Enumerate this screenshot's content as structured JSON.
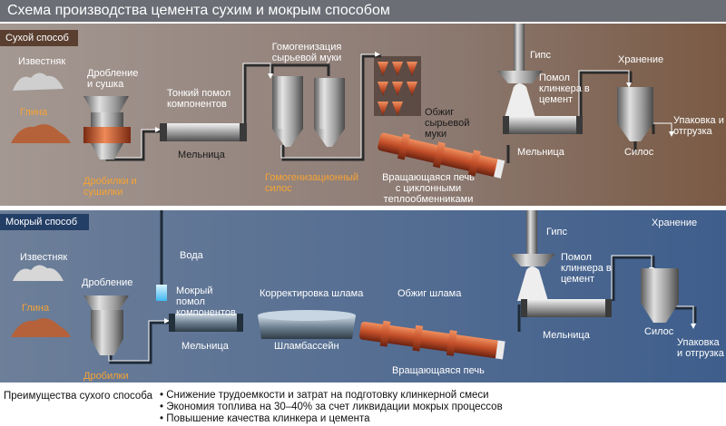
{
  "title": "Схема производства цемента сухим и мокрым способом",
  "dry": {
    "section_label": "Сухой способ",
    "limestone": "Известняк",
    "clay": "Глина",
    "crushing_drying": "Дробление и сушка",
    "crushers_dryers": "Дробилки и сушилки",
    "fine_grinding": "Тонкий помол компонентов",
    "mill1": "Мельница",
    "homogenization_flour": "Гомогенизация сырьевой муки",
    "homogenization_silo": "Гомогенизационный силос",
    "firing_flour": "Обжиг сырьевой муки",
    "rotary_kiln": "Вращающаяся печь с циклонными теплообменниками",
    "gypsum": "Гипс",
    "clinker_grinding": "Помол клинкера в цемент",
    "mill2": "Мельница",
    "storage": "Хранение",
    "silo": "Силос",
    "packing": "Упаковка и отгрузка"
  },
  "wet": {
    "section_label": "Мокрый способ",
    "limestone": "Известняк",
    "clay": "Глина",
    "crushing": "Дробление",
    "crushers": "Дробилки",
    "water": "Вода",
    "wet_grinding": "Мокрый помол компонентов",
    "mill1": "Мельница",
    "slurry_correction": "Корректировка шлама",
    "slurry_basin": "Шламбассейн",
    "slurry_firing": "Обжиг шлама",
    "rotary_kiln": "Вращающаяся печь",
    "gypsum": "Гипс",
    "clinker_grinding": "Помол клинкера в цемент",
    "mill2": "Мельница",
    "storage": "Хранение",
    "silo": "Силос",
    "packing": "Упаковка и отгрузка"
  },
  "advantages": {
    "heading": "Преимущества сухого способа",
    "items": [
      "• Снижение трудоемкости и затрат на подготовку клинкерной смеси",
      "• Экономия топлива на 30–40% за счет ликвидации мокрых процессов",
      "• Повышение качества клинкера и цемента"
    ]
  },
  "colors": {
    "dry_panel": "#8a7a70",
    "wet_panel": "#4e6a91",
    "accent_orange": "#f6a334",
    "kiln_copper": "#c85a2c",
    "water_blue": "#7ad6ff"
  }
}
